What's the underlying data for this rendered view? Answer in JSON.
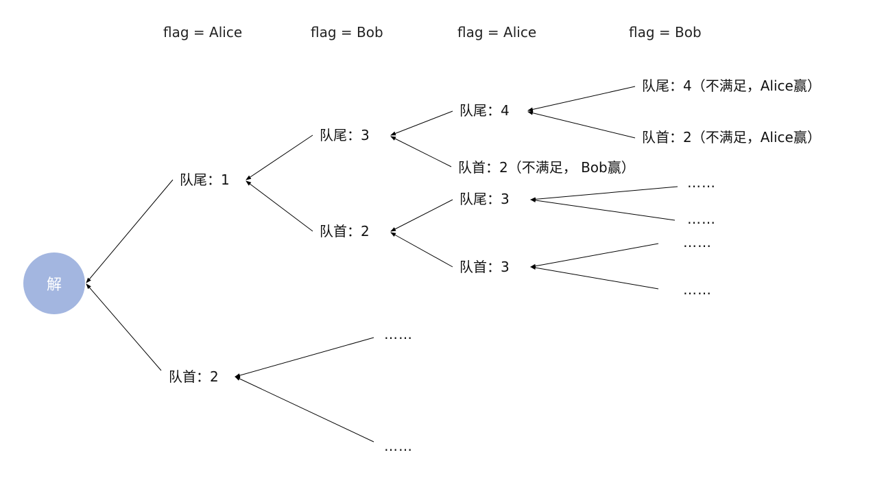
{
  "headers": [
    "flag = Alice",
    "flag = Bob",
    "flag = Alice",
    "flag = Bob"
  ],
  "root": {
    "label": "解",
    "color": "#a3b6e0"
  },
  "nodes": {
    "n1": "队尾：1",
    "n2": "队首：2",
    "n3": "队尾：3",
    "n4": "队首：2",
    "n5": "队尾：4",
    "n6": "队首：2（不满足， Bob赢）",
    "n7": "队尾：3",
    "n8": "队首：3",
    "n9": "队尾：4（不满足，Alice赢）",
    "n10": "队首：2（不满足，Alice赢）"
  },
  "ellipsis": "……"
}
